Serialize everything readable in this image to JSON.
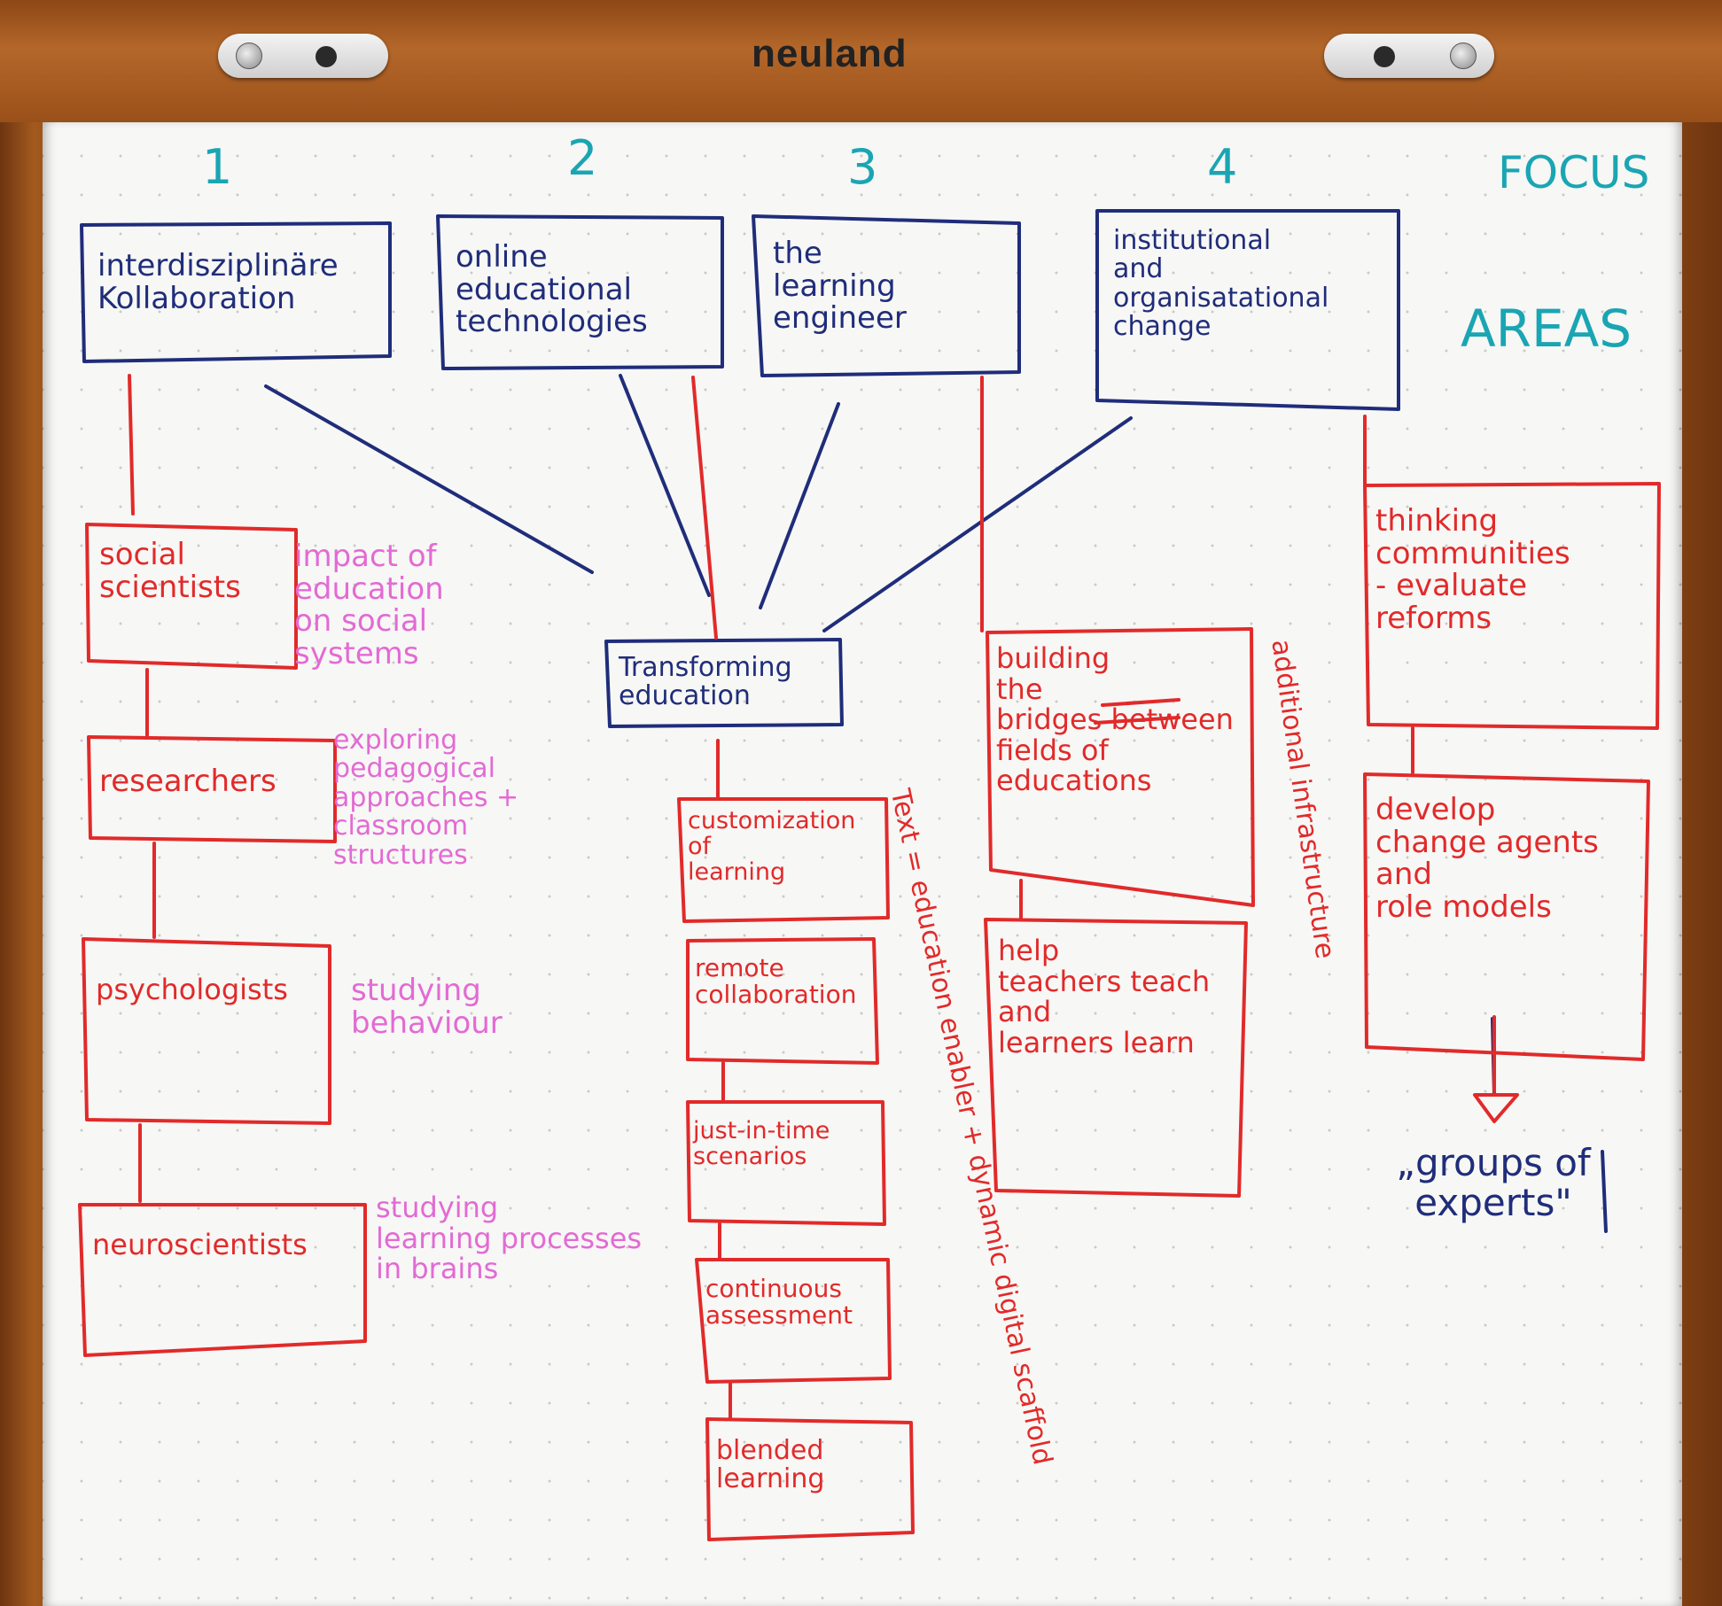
{
  "brand": "neuland",
  "legend": {
    "focus": "FOCUS",
    "areas": "AREAS"
  },
  "numbers": [
    "1",
    "2",
    "3",
    "4"
  ],
  "areas": [
    "interdisziplinäre\nKollaboration",
    "online\neducational\ntechnologies",
    "the\nlearning\nengineer",
    "institutional\nand\norganisatational\nchange"
  ],
  "center": "Transforming\neducation",
  "column1": {
    "boxes": [
      "social\nscientists",
      "researchers",
      "psychologists",
      "neuroscientists"
    ],
    "notes": [
      "impact of\neducation\non social\nsystems",
      "exploring\npedagogical\napproaches +\nclassroom\nstructures",
      "studying\nbehaviour",
      "studying\nlearning processes\nin brains"
    ]
  },
  "column3": {
    "boxes": [
      "customization\nof\nlearning",
      "remote\ncollaboration",
      "just-in-time\nscenarios",
      "continuous\nassessment",
      "blended\nlearning"
    ],
    "side_text": "Text = education enabler + dynamic digital scaffold"
  },
  "column4": {
    "boxes": [
      "building\nthe\nbridges between\nfields of\neducations",
      "help\nteachers teach\nand\nlearners learn"
    ],
    "side_text": "additional infrastructure"
  },
  "column5": {
    "boxes": [
      "thinking\ncommunities\n- evaluate\nreforms",
      "develop\nchange agents\nand\nrole models"
    ],
    "quote": "„groups of\nexperts\""
  },
  "colors": {
    "blue": "#1f2d7a",
    "red": "#e12a2a",
    "pink": "#e36ad4",
    "teal": "#1aa5b3"
  }
}
